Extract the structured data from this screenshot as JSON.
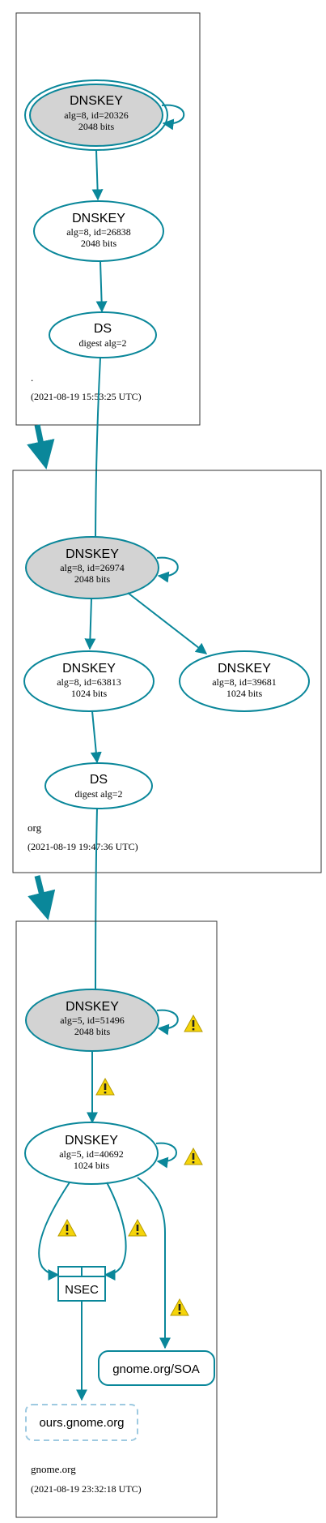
{
  "zones": [
    {
      "name": ".",
      "timestamp": "(2021-08-19 15:53:25 UTC)"
    },
    {
      "name": "org",
      "timestamp": "(2021-08-19 19:47:36 UTC)"
    },
    {
      "name": "gnome.org",
      "timestamp": "(2021-08-19 23:32:18 UTC)"
    }
  ],
  "nodes": {
    "root_ksk": {
      "title": "DNSKEY",
      "line1": "alg=8, id=20326",
      "line2": "2048 bits"
    },
    "root_zsk": {
      "title": "DNSKEY",
      "line1": "alg=8, id=26838",
      "line2": "2048 bits"
    },
    "root_ds": {
      "title": "DS",
      "line1": "digest alg=2"
    },
    "org_ksk": {
      "title": "DNSKEY",
      "line1": "alg=8, id=26974",
      "line2": "2048 bits"
    },
    "org_zsk1": {
      "title": "DNSKEY",
      "line1": "alg=8, id=63813",
      "line2": "1024 bits"
    },
    "org_zsk2": {
      "title": "DNSKEY",
      "line1": "alg=8, id=39681",
      "line2": "1024 bits"
    },
    "org_ds": {
      "title": "DS",
      "line1": "digest alg=2"
    },
    "gnome_ksk": {
      "title": "DNSKEY",
      "line1": "alg=5, id=51496",
      "line2": "2048 bits"
    },
    "gnome_zsk": {
      "title": "DNSKEY",
      "line1": "alg=5, id=40692",
      "line2": "1024 bits"
    },
    "gnome_nsec": {
      "title": "NSEC"
    },
    "gnome_soa": {
      "title": "gnome.org/SOA"
    },
    "gnome_ours": {
      "title": "ours.gnome.org"
    }
  },
  "colors": {
    "edge": "#0a879a",
    "ksk_fill": "#d3d3d3",
    "zone_border": "#333333",
    "warning": "#f5d40a",
    "nodata_border": "#9ecae1"
  },
  "icons": {
    "warning": "warning-icon"
  }
}
